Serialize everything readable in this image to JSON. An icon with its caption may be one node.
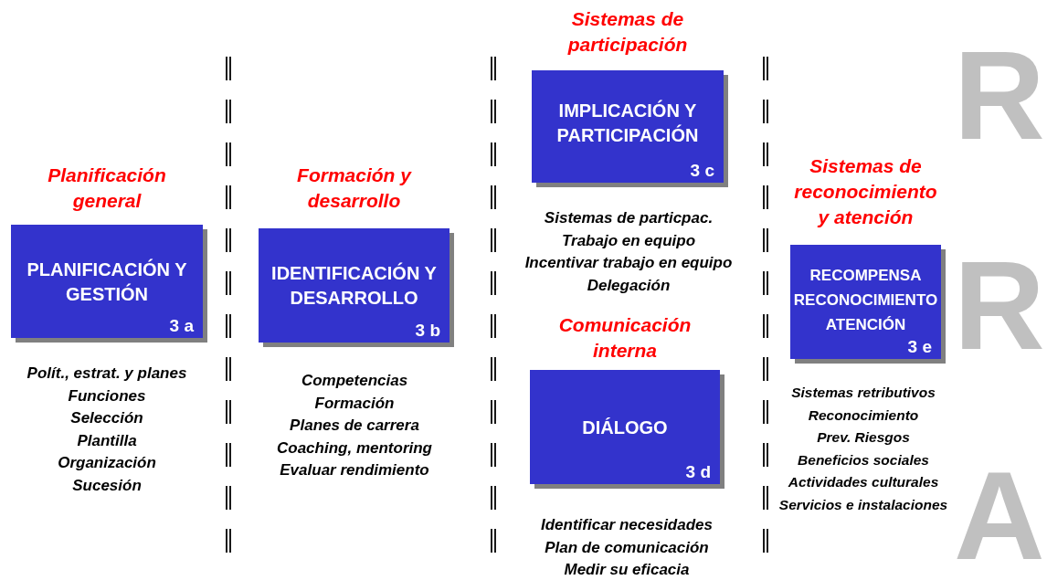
{
  "diagram": {
    "nodes": [
      {
        "text": [
          "Planificación general",
          "PLANIFICACIÓN Y GESTIÓN",
          "3 a"
        ],
        "beside": [
          "Polít., estrat. y planes",
          "Funciones",
          "Selección",
          "Plantilla",
          "Organización",
          "Sucesión"
        ]
      },
      {
        "text": [
          "Formación y desarrollo",
          "IDENTIFICACIÓN Y DESARROLLO",
          "3 b"
        ],
        "beside": [
          "Competencias",
          "Formación",
          "Planes de carrera",
          "Coaching, mentoring",
          "Evaluar rendimiento"
        ]
      },
      {
        "text": [
          "Sistemas de participación",
          "IMPLICACIÓN Y PARTICIPACIÓN",
          "3 c"
        ],
        "beside": [
          "Sistemas de particpac.",
          "Trabajo en equipo",
          "Incentivar trabajo en equipo",
          "Delegación"
        ]
      },
      {
        "text": [
          "Comunicación interna",
          "DIÁLOGO",
          "3 d"
        ],
        "beside": [
          "Identificar necesidades",
          "Plan de comunicación",
          "Medir su eficacia"
        ]
      },
      {
        "text": [
          "Sistemas de reconocimiento y atención",
          "RECOMPENSA RECONOCIMIENTO ATENCIÓN",
          "3 e"
        ],
        "beside": [
          "Sistemas retributivos",
          "Reconocimiento",
          "Prev. Riesgos",
          "Beneficios sociales",
          "Actividades culturales",
          "Servicios e instalaciones"
        ]
      }
    ],
    "labels": [
      "R",
      "R",
      "A"
    ]
  }
}
